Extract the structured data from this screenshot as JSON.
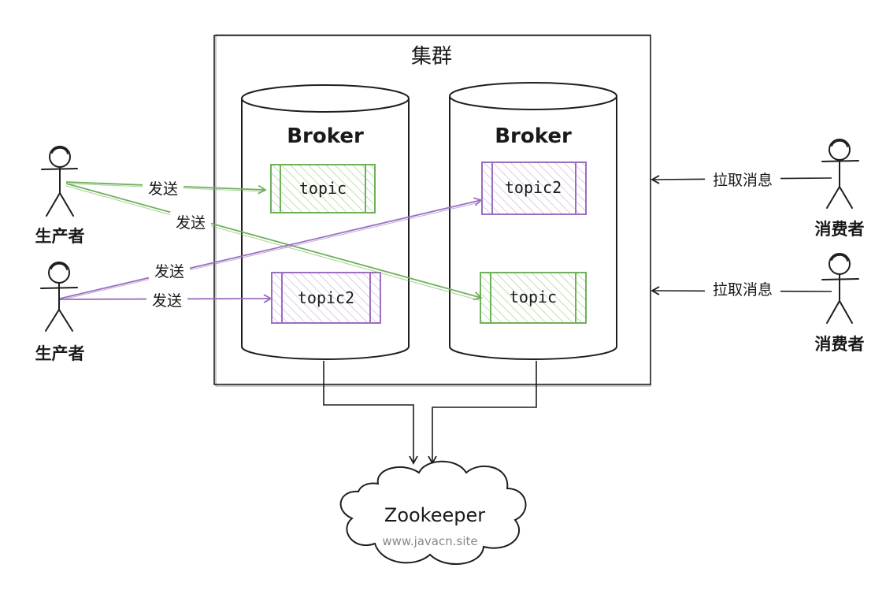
{
  "colors": {
    "ink": "#1e1e1e",
    "green": "#6fb05a",
    "green_fill": "#ebf6e4",
    "purple": "#9a6fc0",
    "purple_fill": "#f1e8f8",
    "watermark": "#888888"
  },
  "cluster": {
    "label": "集群"
  },
  "brokers": [
    {
      "id": "broker-1",
      "label": "Broker",
      "topics": [
        {
          "label": "topic",
          "color": "green"
        },
        {
          "label": "topic2",
          "color": "purple"
        }
      ]
    },
    {
      "id": "broker-2",
      "label": "Broker",
      "topics": [
        {
          "label": "topic2",
          "color": "purple"
        },
        {
          "label": "topic",
          "color": "green"
        }
      ]
    }
  ],
  "producers": [
    {
      "label": "生产者"
    },
    {
      "label": "生产者"
    }
  ],
  "consumers": [
    {
      "label": "消费者"
    },
    {
      "label": "消费者"
    }
  ],
  "edges": {
    "send_label": "发送",
    "pull_label": "拉取消息",
    "items": [
      {
        "from": "producer-1",
        "to": "broker-1.topic",
        "label": "发送",
        "color": "green"
      },
      {
        "from": "producer-1",
        "to": "broker-2.topic",
        "label": "发送",
        "color": "green"
      },
      {
        "from": "producer-2",
        "to": "broker-2.topic2",
        "label": "发送",
        "color": "purple"
      },
      {
        "from": "producer-2",
        "to": "broker-1.topic2",
        "label": "发送",
        "color": "purple"
      },
      {
        "from": "consumer-1",
        "to": "cluster",
        "label": "拉取消息",
        "color": "ink"
      },
      {
        "from": "consumer-2",
        "to": "cluster",
        "label": "拉取消息",
        "color": "ink"
      },
      {
        "from": "broker-1",
        "to": "zookeeper",
        "label": "",
        "color": "ink"
      },
      {
        "from": "broker-2",
        "to": "zookeeper",
        "label": "",
        "color": "ink"
      }
    ]
  },
  "zookeeper": {
    "label": "Zookeeper",
    "watermark": "www.javacn.site"
  }
}
